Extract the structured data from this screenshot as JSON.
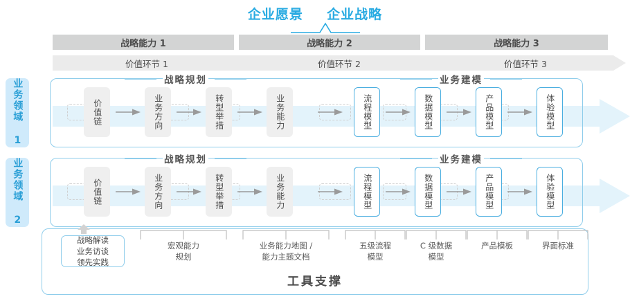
{
  "header": {
    "vision_label": "企业愿景",
    "strategy_label": "企业战略"
  },
  "capabilities": [
    {
      "label": "战略能力 1"
    },
    {
      "label": "战略能力 2"
    },
    {
      "label": "战略能力 3"
    }
  ],
  "value_chains": [
    {
      "label": "价值环节 1"
    },
    {
      "label": "价值环节 2"
    },
    {
      "label": "价值环节 3"
    }
  ],
  "domains": [
    {
      "label": "业务领域 1"
    },
    {
      "label": "业务领域 2"
    }
  ],
  "sections": {
    "planning_label": "战略规划",
    "modeling_label": "业务建模"
  },
  "nodes": {
    "planning": [
      {
        "label": "价值链"
      },
      {
        "label": "业务方向"
      },
      {
        "label": "转型举措"
      },
      {
        "label": "业务能力"
      }
    ],
    "modeling": [
      {
        "label": "流程模型"
      },
      {
        "label": "数据模型"
      },
      {
        "label": "产品模型"
      },
      {
        "label": "体验模型"
      }
    ]
  },
  "tools": {
    "tag": "战略解读\n业务访谈\n领先实践",
    "tag_lines": [
      "战略解读",
      "业务访谈",
      "领先实践"
    ],
    "labels": [
      {
        "line1": "宏观能力",
        "line2": "规划"
      },
      {
        "line1": "业务能力地图 /",
        "line2": "能力主题文档"
      },
      {
        "line1": "五级流程",
        "line2": "模型"
      },
      {
        "line1": "C 级数据",
        "line2": "模型"
      },
      {
        "line1": "产品模板",
        "line2": ""
      },
      {
        "line1": "界面标准",
        "line2": ""
      }
    ],
    "footer_label": "工具支撑"
  },
  "colors": {
    "accent_blue": "#29abe2",
    "light_blue": "#cfeafb",
    "border_blue": "#8fcdeb",
    "bar_gray": "#d3d4d4",
    "chain_gray": "#ebebeb",
    "node_gray": "#efefef",
    "text_dark": "#4c4c4c"
  }
}
